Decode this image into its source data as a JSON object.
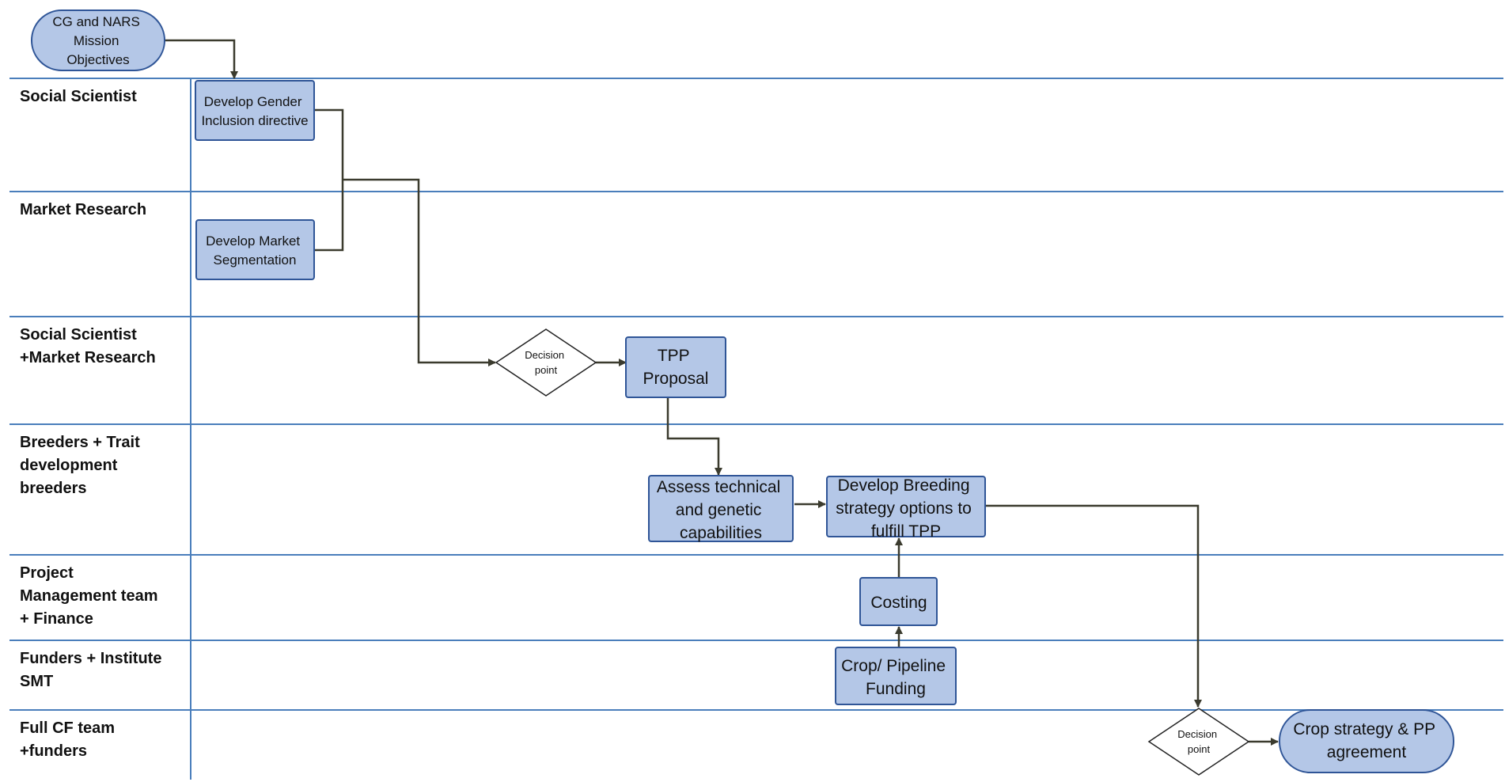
{
  "lanes": [
    {
      "id": "social",
      "label_lines": [
        "Social Scientist"
      ]
    },
    {
      "id": "market",
      "label_lines": [
        "Market Research"
      ]
    },
    {
      "id": "social_market",
      "label_lines": [
        "Social Scientist",
        "+Market Research"
      ]
    },
    {
      "id": "breeders",
      "label_lines": [
        "Breeders + Trait",
        "development",
        "breeders"
      ]
    },
    {
      "id": "pm",
      "label_lines": [
        "Project",
        "Management team",
        "+ Finance"
      ]
    },
    {
      "id": "funders",
      "label_lines": [
        "Funders + Institute",
        "SMT"
      ]
    },
    {
      "id": "full_cf",
      "label_lines": [
        "Full CF team",
        "+funders"
      ]
    }
  ],
  "nodes": {
    "mission": {
      "lines": [
        "CG and NARS",
        "Mission",
        "Objectives"
      ]
    },
    "gender": {
      "lines": [
        "Develop Gender",
        "Inclusion directive"
      ]
    },
    "segmentation": {
      "lines": [
        "Develop Market",
        "Segmentation"
      ]
    },
    "decision1": {
      "lines": [
        "Decision",
        "point"
      ]
    },
    "tpp": {
      "lines": [
        "TPP",
        "Proposal"
      ]
    },
    "assess": {
      "lines": [
        "Assess technical",
        "and genetic",
        "capabilities"
      ]
    },
    "strategy": {
      "lines": [
        "Develop Breeding",
        "strategy options to",
        "fulfill TPP"
      ]
    },
    "costing": {
      "lines": [
        "Costing"
      ]
    },
    "funding": {
      "lines": [
        "Crop/ Pipeline",
        "Funding"
      ]
    },
    "decision2": {
      "lines": [
        "Decision",
        "point"
      ]
    },
    "agreement": {
      "lines": [
        "Crop strategy & PP",
        "agreement"
      ]
    }
  },
  "colors": {
    "box_fill": "#b4c7e7",
    "box_stroke": "#2f5597",
    "lane_line": "#4a7ebb",
    "connector": "#3b3b2e"
  }
}
